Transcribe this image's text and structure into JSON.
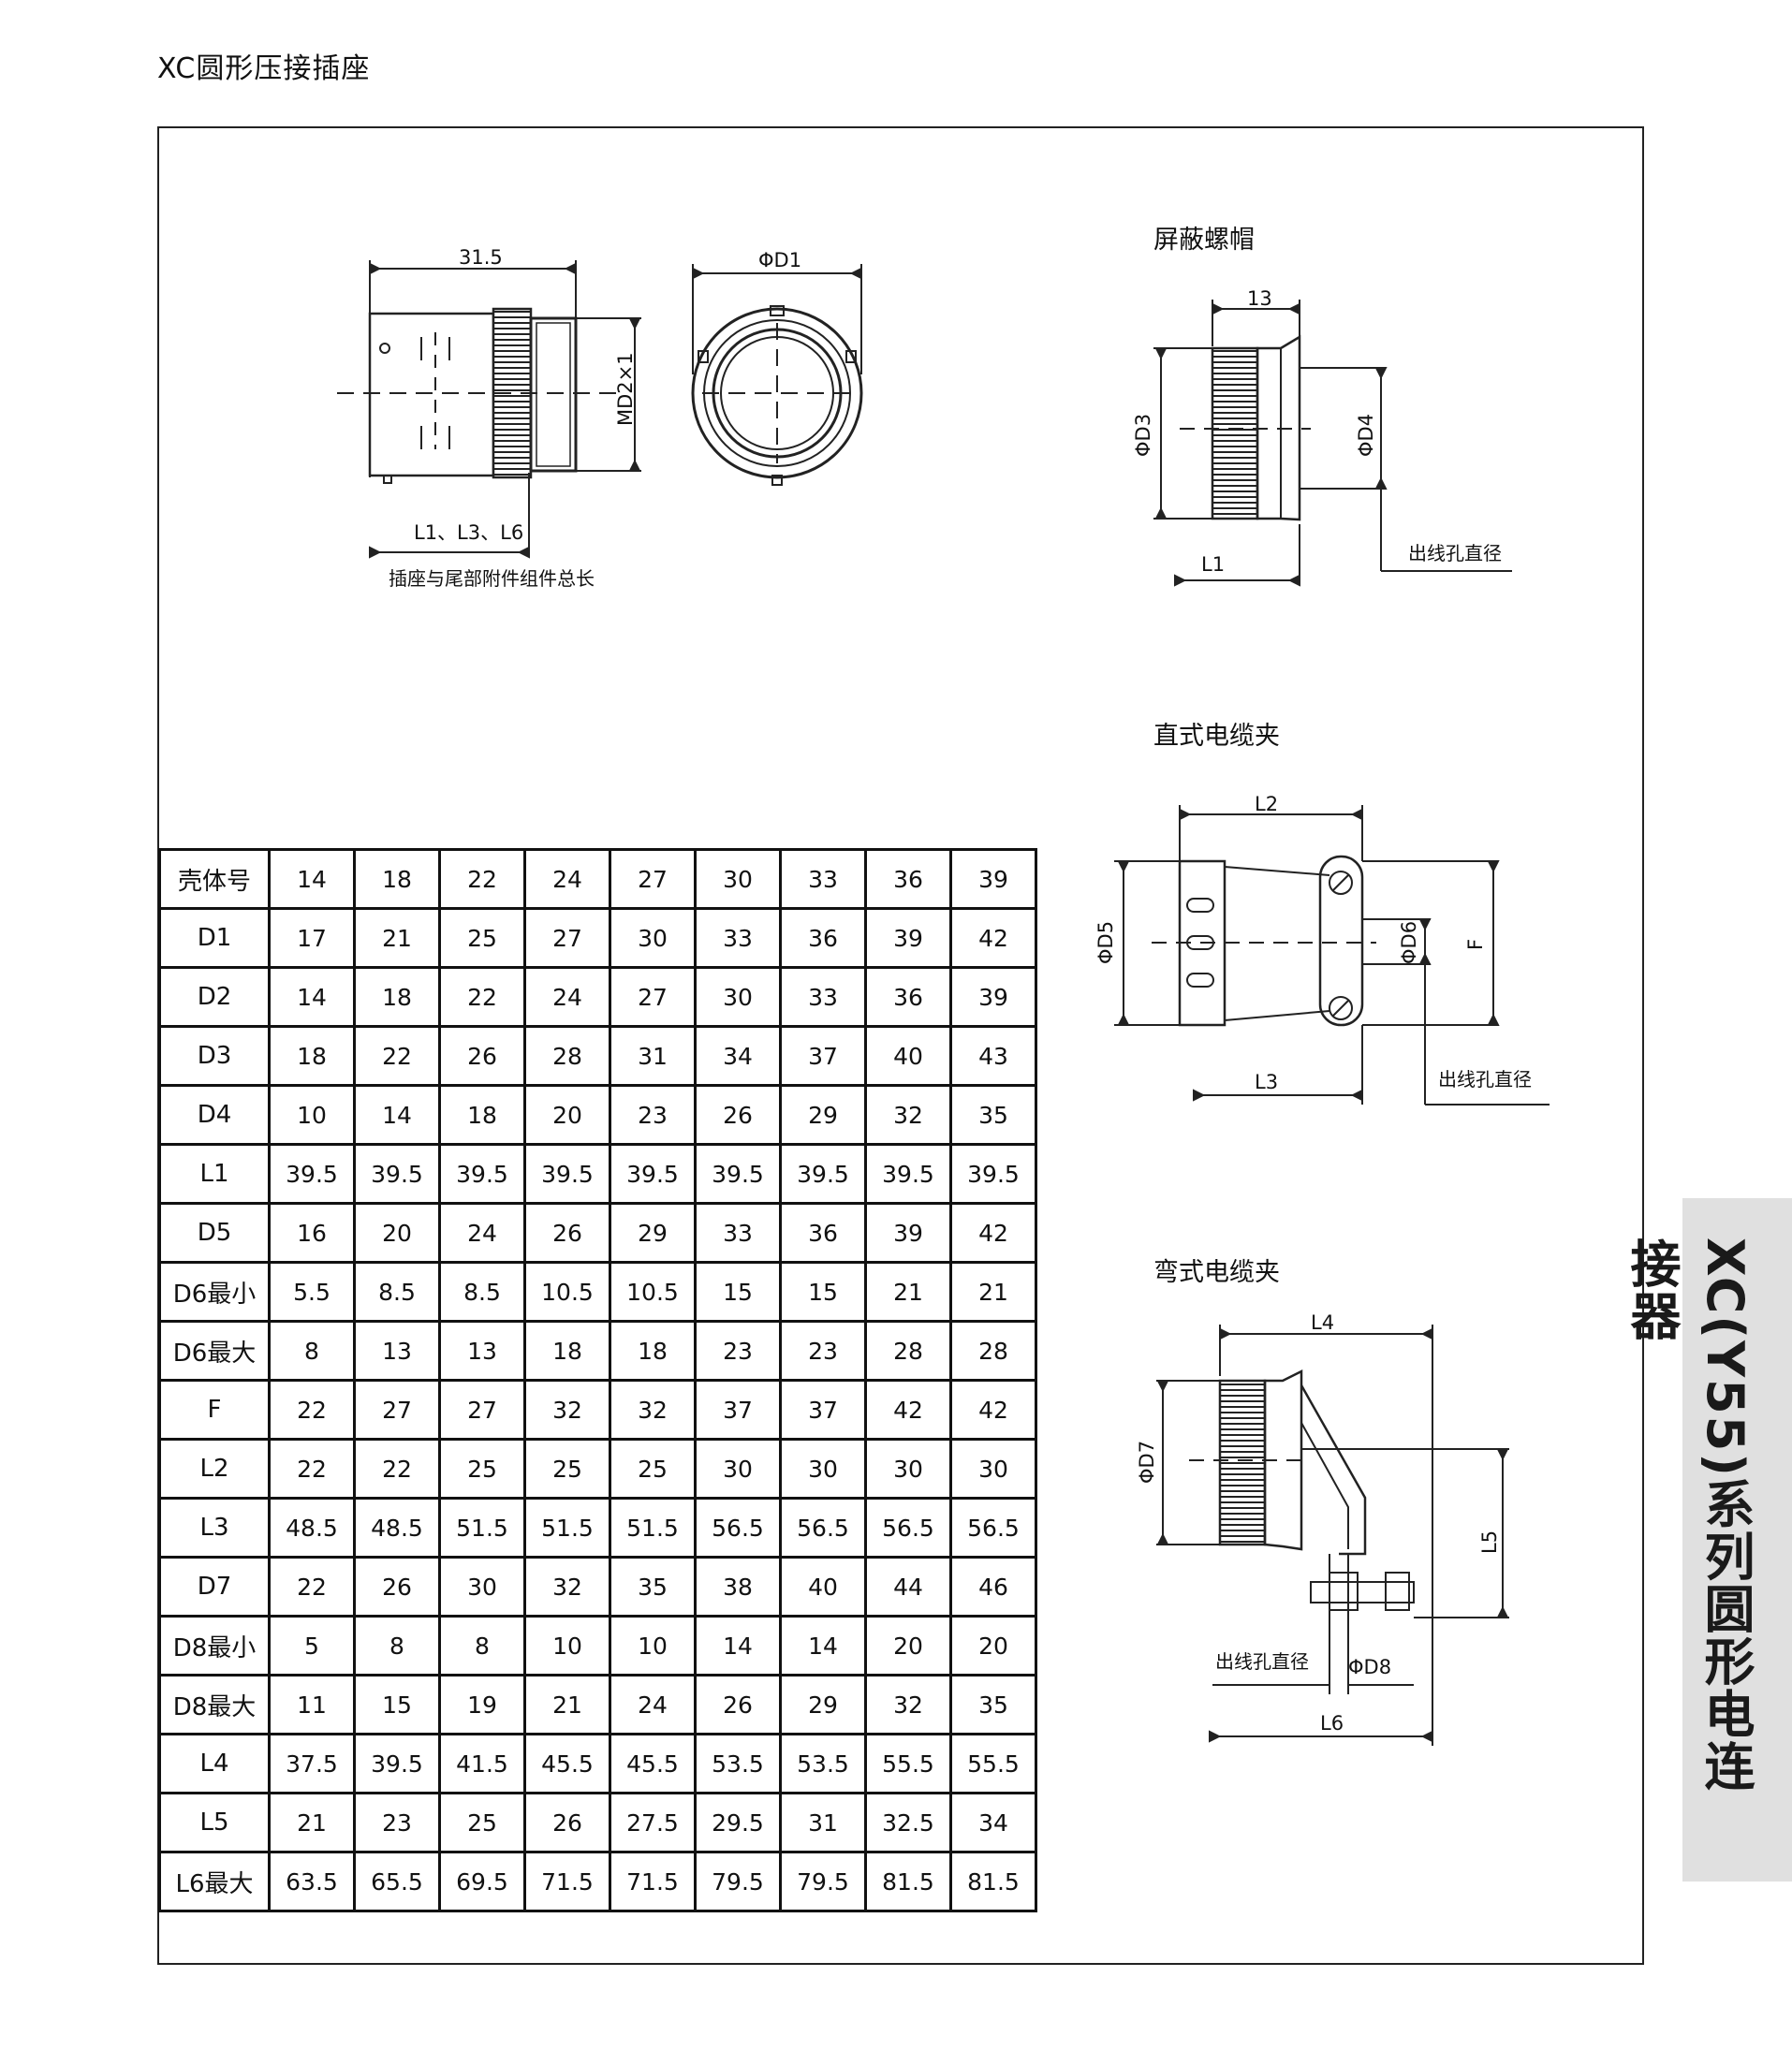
{
  "page_title": "XC圆形压接插座",
  "side_label": "XC(Y55)系列圆形电连接器",
  "drawings": {
    "socket": {
      "dim_width": "31.5",
      "dim_thread": "MD2×1",
      "dim_length": "L1、L3、L6",
      "note": "插座与尾部附件组件总长"
    },
    "front": {
      "dim_dia": "ΦD1"
    },
    "shield_cap": {
      "title": "屏蔽螺帽",
      "dim_top": "13",
      "dim_left": "ΦD3",
      "dim_right": "ΦD4",
      "dim_bottom": "L1",
      "note": "出线孔直径"
    },
    "straight_clamp": {
      "title": "直式电缆夹",
      "dim_top": "L2",
      "dim_left": "ΦD5",
      "dim_mid": "ΦD6",
      "dim_right": "F",
      "dim_bottom": "L3",
      "note": "出线孔直径"
    },
    "bent_clamp": {
      "title": "弯式电缆夹",
      "dim_top": "L4",
      "dim_left": "ΦD7",
      "dim_right": "L5",
      "dim_hole": "ΦD8",
      "dim_bottom": "L6",
      "note": "出线孔直径"
    }
  },
  "table": {
    "rows": [
      [
        "壳体号",
        "14",
        "18",
        "22",
        "24",
        "27",
        "30",
        "33",
        "36",
        "39"
      ],
      [
        "D1",
        "17",
        "21",
        "25",
        "27",
        "30",
        "33",
        "36",
        "39",
        "42"
      ],
      [
        "D2",
        "14",
        "18",
        "22",
        "24",
        "27",
        "30",
        "33",
        "36",
        "39"
      ],
      [
        "D3",
        "18",
        "22",
        "26",
        "28",
        "31",
        "34",
        "37",
        "40",
        "43"
      ],
      [
        "D4",
        "10",
        "14",
        "18",
        "20",
        "23",
        "26",
        "29",
        "32",
        "35"
      ],
      [
        "L1",
        "39.5",
        "39.5",
        "39.5",
        "39.5",
        "39.5",
        "39.5",
        "39.5",
        "39.5",
        "39.5"
      ],
      [
        "D5",
        "16",
        "20",
        "24",
        "26",
        "29",
        "33",
        "36",
        "39",
        "42"
      ],
      [
        "D6最小",
        "5.5",
        "8.5",
        "8.5",
        "10.5",
        "10.5",
        "15",
        "15",
        "21",
        "21"
      ],
      [
        "D6最大",
        "8",
        "13",
        "13",
        "18",
        "18",
        "23",
        "23",
        "28",
        "28"
      ],
      [
        "F",
        "22",
        "27",
        "27",
        "32",
        "32",
        "37",
        "37",
        "42",
        "42"
      ],
      [
        "L2",
        "22",
        "22",
        "25",
        "25",
        "25",
        "30",
        "30",
        "30",
        "30"
      ],
      [
        "L3",
        "48.5",
        "48.5",
        "51.5",
        "51.5",
        "51.5",
        "56.5",
        "56.5",
        "56.5",
        "56.5"
      ],
      [
        "D7",
        "22",
        "26",
        "30",
        "32",
        "35",
        "38",
        "40",
        "44",
        "46"
      ],
      [
        "D8最小",
        "5",
        "8",
        "8",
        "10",
        "10",
        "14",
        "14",
        "20",
        "20"
      ],
      [
        "D8最大",
        "11",
        "15",
        "19",
        "21",
        "24",
        "26",
        "29",
        "32",
        "35"
      ],
      [
        "L4",
        "37.5",
        "39.5",
        "41.5",
        "45.5",
        "45.5",
        "53.5",
        "53.5",
        "55.5",
        "55.5"
      ],
      [
        "L5",
        "21",
        "23",
        "25",
        "26",
        "27.5",
        "29.5",
        "31",
        "32.5",
        "34"
      ],
      [
        "L6最大",
        "63.5",
        "65.5",
        "69.5",
        "71.5",
        "71.5",
        "79.5",
        "79.5",
        "81.5",
        "81.5"
      ]
    ]
  }
}
